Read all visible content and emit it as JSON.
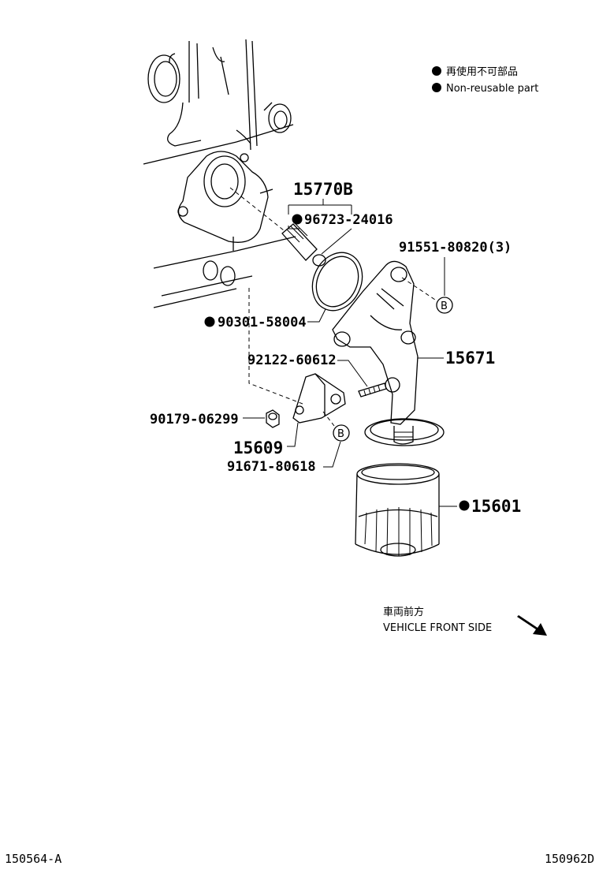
{
  "legend": {
    "jp": "再使用不可部品",
    "en": "Non-reusable part",
    "marker_color": "#000000"
  },
  "parts": {
    "p15770B": "15770B",
    "p96723": "96723-24016",
    "p91551": "91551-80820(3)",
    "p90301": "90301-58004",
    "p15671": "15671",
    "p92122": "92122-60612",
    "p90179": "90179-06299",
    "p15609": "15609",
    "p91671": "91671-80618",
    "p15601": "15601"
  },
  "callout_letter": "B",
  "direction": {
    "jp": "車両前方",
    "en": "VEHICLE FRONT SIDE"
  },
  "codes": {
    "left": "150564-A",
    "right": "150962D"
  }
}
